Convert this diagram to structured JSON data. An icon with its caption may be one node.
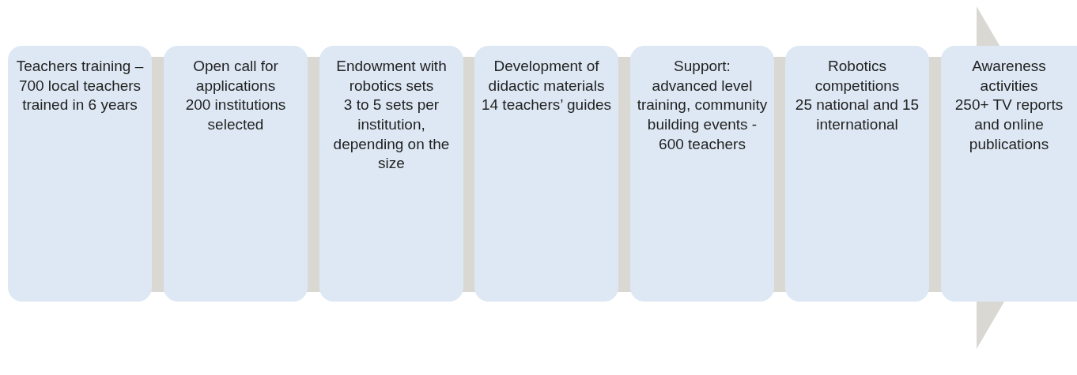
{
  "diagram": {
    "nodes": [
      {
        "text": [
          "Teachers training – 700 local teachers trained in 6 years"
        ]
      },
      {
        "text": [
          "Open call for applications",
          "200 institutions selected"
        ]
      },
      {
        "text": [
          "Endowment with robotics sets",
          "3 to 5 sets per institution, depending on the size"
        ]
      },
      {
        "text": [
          "Development of didactic materials",
          "14 teachers’ guides"
        ]
      },
      {
        "text": [
          "Support:",
          "advanced level training, community building events - 600 teachers"
        ]
      },
      {
        "text": [
          "Robotics competitions",
          "25 national and 15 international"
        ]
      },
      {
        "text": [
          "Awareness activities",
          "250+ TV reports and online publications"
        ]
      }
    ]
  }
}
